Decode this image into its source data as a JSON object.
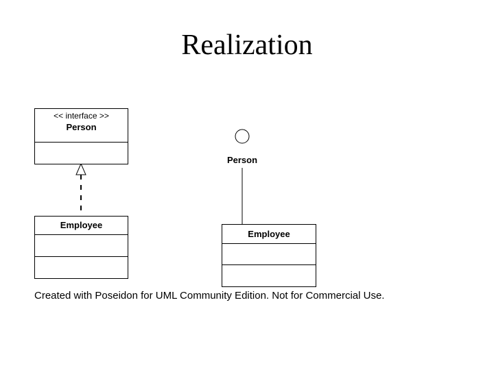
{
  "title": "Realization",
  "left_diagram": {
    "interface_stereotype": "<< interface >>",
    "interface_name": "Person",
    "class_name": "Employee"
  },
  "right_diagram": {
    "interface_name": "Person",
    "class_name": "Employee"
  },
  "footer": "Created with Poseidon for UML Community Edition. Not for Commercial Use."
}
